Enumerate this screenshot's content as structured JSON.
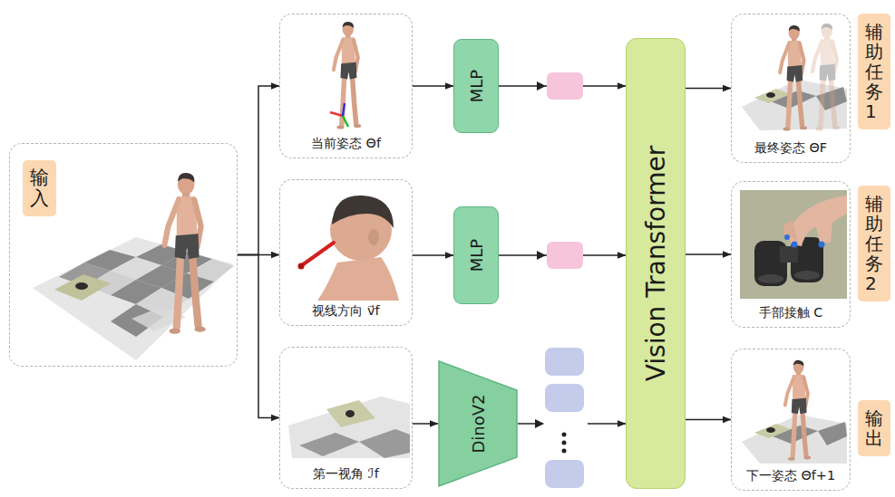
{
  "diagram": {
    "nodes": [
      {
        "text": [
          "输入"
        ]
      },
      {
        "text": [
          "当前姿态 Θf"
        ]
      },
      {
        "text": [
          "视线方向 v⃗f"
        ]
      },
      {
        "text": [
          "第一视角 ℐf"
        ]
      },
      {
        "text": [
          "MLP"
        ]
      },
      {
        "text": [
          "MLP"
        ]
      },
      {
        "text": [
          "DinoV2"
        ]
      },
      {
        "text": [
          "Vision Transformer"
        ]
      },
      {
        "text": [
          "最终姿态 ΘF"
        ]
      },
      {
        "text": [
          "辅助任务1"
        ]
      },
      {
        "text": [
          "手部接触 C"
        ]
      },
      {
        "text": [
          "辅助任务2"
        ]
      },
      {
        "text": [
          "下一姿态 Θf+1"
        ]
      },
      {
        "text": [
          "输出"
        ]
      }
    ],
    "edges": [
      {
        "from": 0,
        "to": 1,
        "arrow": "to"
      },
      {
        "from": 0,
        "to": 2,
        "arrow": "to"
      },
      {
        "from": 0,
        "to": 3,
        "arrow": "to"
      },
      {
        "from": 1,
        "to": 4,
        "arrow": "to"
      },
      {
        "from": 2,
        "to": 5,
        "arrow": "to"
      },
      {
        "from": 3,
        "to": 6,
        "arrow": "to"
      },
      {
        "from": 4,
        "to": 7,
        "arrow": "to"
      },
      {
        "from": 5,
        "to": 7,
        "arrow": "to"
      },
      {
        "from": 6,
        "to": 7,
        "arrow": "to"
      },
      {
        "from": 7,
        "to": 8,
        "arrow": "to"
      },
      {
        "from": 7,
        "to": 10,
        "arrow": "to"
      },
      {
        "from": 7,
        "to": 12,
        "arrow": "to"
      }
    ]
  }
}
